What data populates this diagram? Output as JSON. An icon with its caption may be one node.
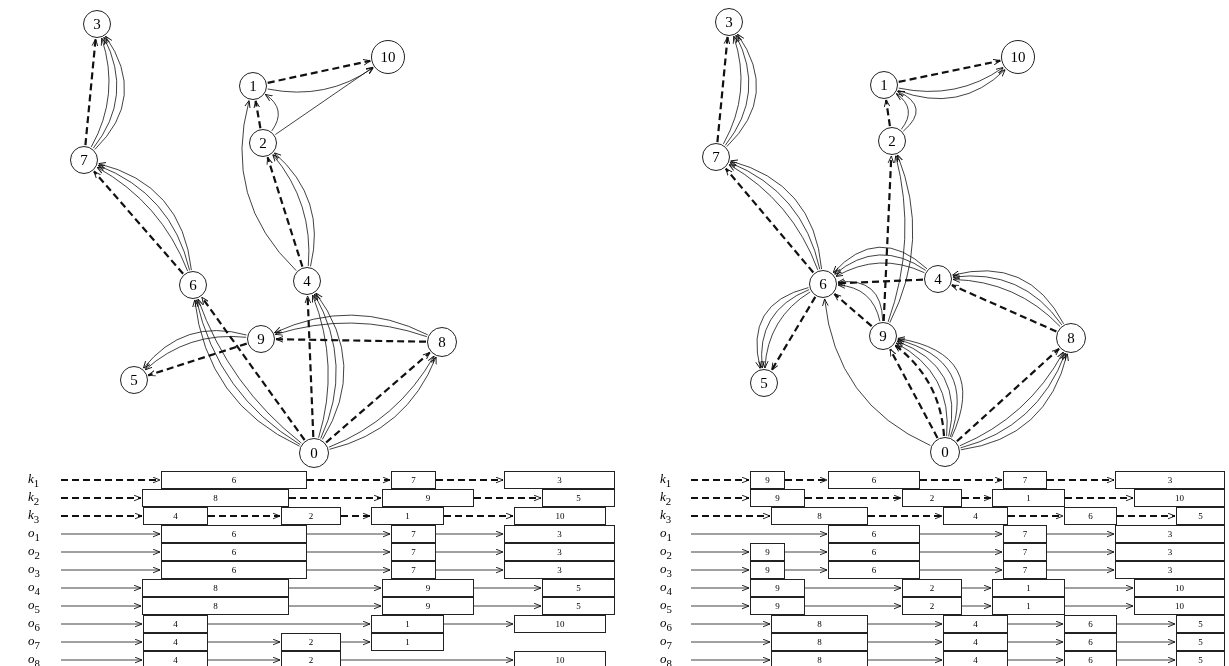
{
  "diagram": {
    "nodes": [
      {
        "text": [
          "3"
        ]
      },
      {
        "text": [
          "10"
        ]
      },
      {
        "text": [
          "1"
        ]
      },
      {
        "text": [
          "2"
        ]
      },
      {
        "text": [
          "7"
        ]
      },
      {
        "text": [
          "6"
        ]
      },
      {
        "text": [
          "4"
        ]
      },
      {
        "text": [
          "9"
        ]
      },
      {
        "text": [
          "8"
        ]
      },
      {
        "text": [
          "5"
        ]
      },
      {
        "text": [
          "0"
        ]
      },
      {
        "text": [
          "3"
        ]
      },
      {
        "text": [
          "10"
        ]
      },
      {
        "text": [
          "1"
        ]
      },
      {
        "text": [
          "2"
        ]
      },
      {
        "text": [
          "7"
        ]
      },
      {
        "text": [
          "6"
        ]
      },
      {
        "text": [
          "4"
        ]
      },
      {
        "text": [
          "9"
        ]
      },
      {
        "text": [
          "8"
        ]
      },
      {
        "text": [
          "5"
        ]
      },
      {
        "text": [
          "0"
        ]
      },
      {
        "text": [
          "6"
        ]
      },
      {
        "text": [
          "7"
        ]
      },
      {
        "text": [
          "3"
        ]
      },
      {
        "text": [
          "8"
        ]
      },
      {
        "text": [
          "9"
        ]
      },
      {
        "text": [
          "5"
        ]
      },
      {
        "text": [
          "4"
        ]
      },
      {
        "text": [
          "2"
        ]
      },
      {
        "text": [
          "1"
        ]
      },
      {
        "text": [
          "10"
        ]
      },
      {
        "text": [
          "6"
        ]
      },
      {
        "text": [
          "7"
        ]
      },
      {
        "text": [
          "3"
        ]
      },
      {
        "text": [
          "6"
        ]
      },
      {
        "text": [
          "7"
        ]
      },
      {
        "text": [
          "3"
        ]
      },
      {
        "text": [
          "6"
        ]
      },
      {
        "text": [
          "7"
        ]
      },
      {
        "text": [
          "3"
        ]
      },
      {
        "text": [
          "8"
        ]
      },
      {
        "text": [
          "9"
        ]
      },
      {
        "text": [
          "5"
        ]
      },
      {
        "text": [
          "8"
        ]
      },
      {
        "text": [
          "9"
        ]
      },
      {
        "text": [
          "5"
        ]
      },
      {
        "text": [
          "4"
        ]
      },
      {
        "text": [
          "1"
        ]
      },
      {
        "text": [
          "10"
        ]
      },
      {
        "text": [
          "4"
        ]
      },
      {
        "text": [
          "2"
        ]
      },
      {
        "text": [
          "1"
        ]
      },
      {
        "text": [
          "4"
        ]
      },
      {
        "text": [
          "2"
        ]
      },
      {
        "text": [
          "10"
        ]
      },
      {
        "text": [
          "9"
        ]
      },
      {
        "text": [
          "6"
        ]
      },
      {
        "text": [
          "7"
        ]
      },
      {
        "text": [
          "3"
        ]
      },
      {
        "text": [
          "9"
        ]
      },
      {
        "text": [
          "2"
        ]
      },
      {
        "text": [
          "1"
        ]
      },
      {
        "text": [
          "10"
        ]
      },
      {
        "text": [
          "8"
        ]
      },
      {
        "text": [
          "4"
        ]
      },
      {
        "text": [
          "6"
        ]
      },
      {
        "text": [
          "5"
        ]
      },
      {
        "text": [
          "6"
        ]
      },
      {
        "text": [
          "7"
        ]
      },
      {
        "text": [
          "3"
        ]
      },
      {
        "text": [
          "9"
        ]
      },
      {
        "text": [
          "6"
        ]
      },
      {
        "text": [
          "7"
        ]
      },
      {
        "text": [
          "3"
        ]
      },
      {
        "text": [
          "9"
        ]
      },
      {
        "text": [
          "6"
        ]
      },
      {
        "text": [
          "7"
        ]
      },
      {
        "text": [
          "3"
        ]
      },
      {
        "text": [
          "9"
        ]
      },
      {
        "text": [
          "2"
        ]
      },
      {
        "text": [
          "1"
        ]
      },
      {
        "text": [
          "10"
        ]
      },
      {
        "text": [
          "9"
        ]
      },
      {
        "text": [
          "2"
        ]
      },
      {
        "text": [
          "1"
        ]
      },
      {
        "text": [
          "10"
        ]
      },
      {
        "text": [
          "8"
        ]
      },
      {
        "text": [
          "4"
        ]
      },
      {
        "text": [
          "6"
        ]
      },
      {
        "text": [
          "5"
        ]
      },
      {
        "text": [
          "8"
        ]
      },
      {
        "text": [
          "4"
        ]
      },
      {
        "text": [
          "6"
        ]
      },
      {
        "text": [
          "5"
        ]
      },
      {
        "text": [
          "8"
        ]
      },
      {
        "text": [
          "4"
        ]
      },
      {
        "text": [
          "6"
        ]
      },
      {
        "text": [
          "5"
        ]
      }
    ],
    "edges": [
      {
        "from": 10,
        "to": 5,
        "arrow": "to",
        "style": "dashed"
      },
      {
        "from": 5,
        "to": 4,
        "arrow": "to",
        "style": "dashed"
      },
      {
        "from": 4,
        "to": 0,
        "arrow": "to",
        "style": "dashed"
      },
      {
        "from": 10,
        "to": 8,
        "arrow": "to",
        "style": "dashed"
      },
      {
        "from": 8,
        "to": 7,
        "arrow": "to",
        "style": "dashed"
      },
      {
        "from": 7,
        "to": 9,
        "arrow": "to",
        "style": "dashed"
      },
      {
        "from": 10,
        "to": 6,
        "arrow": "to",
        "style": "dashed"
      },
      {
        "from": 6,
        "to": 3,
        "arrow": "to",
        "style": "dashed"
      },
      {
        "from": 3,
        "to": 2,
        "arrow": "to",
        "style": "dashed"
      },
      {
        "from": 2,
        "to": 1,
        "arrow": "to",
        "style": "dashed"
      },
      {
        "from": 10,
        "to": 5,
        "arrow": "to"
      },
      {
        "from": 5,
        "to": 4,
        "arrow": "to"
      },
      {
        "from": 4,
        "to": 0,
        "arrow": "to"
      },
      {
        "from": 10,
        "to": 5,
        "arrow": "to"
      },
      {
        "from": 5,
        "to": 4,
        "arrow": "to"
      },
      {
        "from": 4,
        "to": 0,
        "arrow": "to"
      },
      {
        "from": 10,
        "to": 5,
        "arrow": "to"
      },
      {
        "from": 5,
        "to": 4,
        "arrow": "to"
      },
      {
        "from": 4,
        "to": 0,
        "arrow": "to"
      },
      {
        "from": 10,
        "to": 8,
        "arrow": "to"
      },
      {
        "from": 8,
        "to": 7,
        "arrow": "to"
      },
      {
        "from": 7,
        "to": 9,
        "arrow": "to"
      },
      {
        "from": 10,
        "to": 8,
        "arrow": "to"
      },
      {
        "from": 8,
        "to": 7,
        "arrow": "to"
      },
      {
        "from": 7,
        "to": 9,
        "arrow": "to"
      },
      {
        "from": 10,
        "to": 6,
        "arrow": "to"
      },
      {
        "from": 6,
        "to": 2,
        "arrow": "to"
      },
      {
        "from": 2,
        "to": 1,
        "arrow": "to"
      },
      {
        "from": 10,
        "to": 6,
        "arrow": "to"
      },
      {
        "from": 6,
        "to": 3,
        "arrow": "to"
      },
      {
        "from": 3,
        "to": 2,
        "arrow": "to"
      },
      {
        "from": 10,
        "to": 6,
        "arrow": "to"
      },
      {
        "from": 6,
        "to": 3,
        "arrow": "to"
      },
      {
        "from": 3,
        "to": 1,
        "arrow": "to"
      },
      {
        "from": 21,
        "to": 18,
        "arrow": "to",
        "style": "dashed"
      },
      {
        "from": 18,
        "to": 16,
        "arrow": "to",
        "style": "dashed"
      },
      {
        "from": 16,
        "to": 15,
        "arrow": "to",
        "style": "dashed"
      },
      {
        "from": 15,
        "to": 11,
        "arrow": "to",
        "style": "dashed"
      },
      {
        "from": 21,
        "to": 18,
        "arrow": "to",
        "style": "dashed"
      },
      {
        "from": 18,
        "to": 14,
        "arrow": "to",
        "style": "dashed"
      },
      {
        "from": 14,
        "to": 13,
        "arrow": "to",
        "style": "dashed"
      },
      {
        "from": 13,
        "to": 12,
        "arrow": "to",
        "style": "dashed"
      },
      {
        "from": 21,
        "to": 19,
        "arrow": "to",
        "style": "dashed"
      },
      {
        "from": 19,
        "to": 17,
        "arrow": "to",
        "style": "dashed"
      },
      {
        "from": 17,
        "to": 16,
        "arrow": "to",
        "style": "dashed"
      },
      {
        "from": 16,
        "to": 20,
        "arrow": "to",
        "style": "dashed"
      },
      {
        "from": 21,
        "to": 16,
        "arrow": "to"
      },
      {
        "from": 16,
        "to": 15,
        "arrow": "to"
      },
      {
        "from": 15,
        "to": 11,
        "arrow": "to"
      },
      {
        "from": 21,
        "to": 18,
        "arrow": "to"
      },
      {
        "from": 18,
        "to": 16,
        "arrow": "to"
      },
      {
        "from": 16,
        "to": 15,
        "arrow": "to"
      },
      {
        "from": 15,
        "to": 11,
        "arrow": "to"
      },
      {
        "from": 21,
        "to": 18,
        "arrow": "to"
      },
      {
        "from": 18,
        "to": 16,
        "arrow": "to"
      },
      {
        "from": 16,
        "to": 15,
        "arrow": "to"
      },
      {
        "from": 15,
        "to": 11,
        "arrow": "to"
      },
      {
        "from": 21,
        "to": 18,
        "arrow": "to"
      },
      {
        "from": 18,
        "to": 14,
        "arrow": "to"
      },
      {
        "from": 14,
        "to": 13,
        "arrow": "to"
      },
      {
        "from": 13,
        "to": 12,
        "arrow": "to"
      },
      {
        "from": 21,
        "to": 18,
        "arrow": "to"
      },
      {
        "from": 18,
        "to": 14,
        "arrow": "to"
      },
      {
        "from": 14,
        "to": 13,
        "arrow": "to"
      },
      {
        "from": 13,
        "to": 12,
        "arrow": "to"
      },
      {
        "from": 21,
        "to": 19,
        "arrow": "to"
      },
      {
        "from": 19,
        "to": 17,
        "arrow": "to"
      },
      {
        "from": 17,
        "to": 16,
        "arrow": "to"
      },
      {
        "from": 16,
        "to": 20,
        "arrow": "to"
      },
      {
        "from": 21,
        "to": 19,
        "arrow": "to"
      },
      {
        "from": 19,
        "to": 17,
        "arrow": "to"
      },
      {
        "from": 17,
        "to": 16,
        "arrow": "to"
      },
      {
        "from": 16,
        "to": 20,
        "arrow": "to"
      },
      {
        "from": 21,
        "to": 19,
        "arrow": "to"
      },
      {
        "from": 19,
        "to": 17,
        "arrow": "to"
      },
      {
        "from": 17,
        "to": 16,
        "arrow": "to"
      },
      {
        "from": 16,
        "to": 20,
        "arrow": "to"
      },
      {
        "from": null,
        "to": 22,
        "arrow": "to",
        "style": "dashed"
      },
      {
        "from": 22,
        "to": 23,
        "arrow": "to",
        "style": "dashed"
      },
      {
        "from": 23,
        "to": 24,
        "arrow": "to",
        "style": "dashed"
      },
      {
        "from": null,
        "to": 25,
        "arrow": "to",
        "style": "dashed"
      },
      {
        "from": 25,
        "to": 26,
        "arrow": "to",
        "style": "dashed"
      },
      {
        "from": 26,
        "to": 27,
        "arrow": "to",
        "style": "dashed"
      },
      {
        "from": null,
        "to": 28,
        "arrow": "to",
        "style": "dashed"
      },
      {
        "from": 28,
        "to": 29,
        "arrow": "to",
        "style": "dashed"
      },
      {
        "from": 29,
        "to": 30,
        "arrow": "to",
        "style": "dashed"
      },
      {
        "from": 30,
        "to": 31,
        "arrow": "to",
        "style": "dashed"
      },
      {
        "from": null,
        "to": 32,
        "arrow": "to"
      },
      {
        "from": 32,
        "to": 33,
        "arrow": "to"
      },
      {
        "from": 33,
        "to": 34,
        "arrow": "to"
      },
      {
        "from": null,
        "to": 35,
        "arrow": "to"
      },
      {
        "from": 35,
        "to": 36,
        "arrow": "to"
      },
      {
        "from": 36,
        "to": 37,
        "arrow": "to"
      },
      {
        "from": null,
        "to": 38,
        "arrow": "to"
      },
      {
        "from": 38,
        "to": 39,
        "arrow": "to"
      },
      {
        "from": 39,
        "to": 40,
        "arrow": "to"
      },
      {
        "from": null,
        "to": 41,
        "arrow": "to"
      },
      {
        "from": 41,
        "to": 42,
        "arrow": "to"
      },
      {
        "from": 42,
        "to": 43,
        "arrow": "to"
      },
      {
        "from": null,
        "to": 44,
        "arrow": "to"
      },
      {
        "from": 44,
        "to": 45,
        "arrow": "to"
      },
      {
        "from": 45,
        "to": 46,
        "arrow": "to"
      },
      {
        "from": null,
        "to": 47,
        "arrow": "to"
      },
      {
        "from": 47,
        "to": 48,
        "arrow": "to"
      },
      {
        "from": 48,
        "to": 49,
        "arrow": "to"
      },
      {
        "from": null,
        "to": 50,
        "arrow": "to"
      },
      {
        "from": 50,
        "to": 51,
        "arrow": "to"
      },
      {
        "from": 51,
        "to": 52,
        "arrow": "to"
      },
      {
        "from": null,
        "to": 53,
        "arrow": "to"
      },
      {
        "from": 53,
        "to": 54,
        "arrow": "to"
      },
      {
        "from": 54,
        "to": 55,
        "arrow": "to"
      },
      {
        "from": null,
        "to": 56,
        "arrow": "to",
        "style": "dashed"
      },
      {
        "from": 56,
        "to": 57,
        "arrow": "to",
        "style": "dashed"
      },
      {
        "from": 57,
        "to": 58,
        "arrow": "to",
        "style": "dashed"
      },
      {
        "from": 58,
        "to": 59,
        "arrow": "to",
        "style": "dashed"
      },
      {
        "from": null,
        "to": 60,
        "arrow": "to",
        "style": "dashed"
      },
      {
        "from": 60,
        "to": 61,
        "arrow": "to",
        "style": "dashed"
      },
      {
        "from": 61,
        "to": 62,
        "arrow": "to",
        "style": "dashed"
      },
      {
        "from": 62,
        "to": 63,
        "arrow": "to",
        "style": "dashed"
      },
      {
        "from": null,
        "to": 64,
        "arrow": "to",
        "style": "dashed"
      },
      {
        "from": 64,
        "to": 65,
        "arrow": "to",
        "style": "dashed"
      },
      {
        "from": 65,
        "to": 66,
        "arrow": "to",
        "style": "dashed"
      },
      {
        "from": 66,
        "to": 67,
        "arrow": "to",
        "style": "dashed"
      },
      {
        "from": null,
        "to": 68,
        "arrow": "to"
      },
      {
        "from": 68,
        "to": 69,
        "arrow": "to"
      },
      {
        "from": 69,
        "to": 70,
        "arrow": "to"
      },
      {
        "from": null,
        "to": 71,
        "arrow": "to"
      },
      {
        "from": 71,
        "to": 72,
        "arrow": "to"
      },
      {
        "from": 72,
        "to": 73,
        "arrow": "to"
      },
      {
        "from": 73,
        "to": 74,
        "arrow": "to"
      },
      {
        "from": null,
        "to": 75,
        "arrow": "to"
      },
      {
        "from": 75,
        "to": 76,
        "arrow": "to"
      },
      {
        "from": 76,
        "to": 77,
        "arrow": "to"
      },
      {
        "from": 77,
        "to": 78,
        "arrow": "to"
      },
      {
        "from": null,
        "to": 79,
        "arrow": "to"
      },
      {
        "from": 79,
        "to": 80,
        "arrow": "to"
      },
      {
        "from": 80,
        "to": 81,
        "arrow": "to"
      },
      {
        "from": 81,
        "to": 82,
        "arrow": "to"
      },
      {
        "from": null,
        "to": 83,
        "arrow": "to"
      },
      {
        "from": 83,
        "to": 84,
        "arrow": "to"
      },
      {
        "from": 84,
        "to": 85,
        "arrow": "to"
      },
      {
        "from": 85,
        "to": 86,
        "arrow": "to"
      },
      {
        "from": null,
        "to": 87,
        "arrow": "to"
      },
      {
        "from": 87,
        "to": 88,
        "arrow": "to"
      },
      {
        "from": 88,
        "to": 89,
        "arrow": "to"
      },
      {
        "from": 89,
        "to": 90,
        "arrow": "to"
      },
      {
        "from": null,
        "to": 91,
        "arrow": "to"
      },
      {
        "from": 91,
        "to": 92,
        "arrow": "to"
      },
      {
        "from": 92,
        "to": 93,
        "arrow": "to"
      },
      {
        "from": 93,
        "to": 94,
        "arrow": "to"
      },
      {
        "from": null,
        "to": 95,
        "arrow": "to"
      },
      {
        "from": 95,
        "to": 96,
        "arrow": "to"
      },
      {
        "from": 96,
        "to": 97,
        "arrow": "to"
      },
      {
        "from": 97,
        "to": 98,
        "arrow": "to"
      }
    ],
    "labels": [
      "*k*$_{1}$",
      "*k*$_{2}$",
      "*k*$_{3}$",
      "*o*$_{1}$",
      "*o*$_{2}$",
      "*o*$_{3}$",
      "*o*$_{4}$",
      "*o*$_{5}$",
      "*o*$_{6}$",
      "*o*$_{7}$",
      "*o*$_{8}$",
      "*k*$_{1}$",
      "*k*$_{2}$",
      "*k*$_{3}$",
      "*o*$_{1}$",
      "*o*$_{2}$",
      "*o*$_{3}$",
      "*o*$_{4}$",
      "*o*$_{5}$",
      "*o*$_{6}$",
      "*o*$_{7}$",
      "*o*$_{8}$"
    ]
  }
}
